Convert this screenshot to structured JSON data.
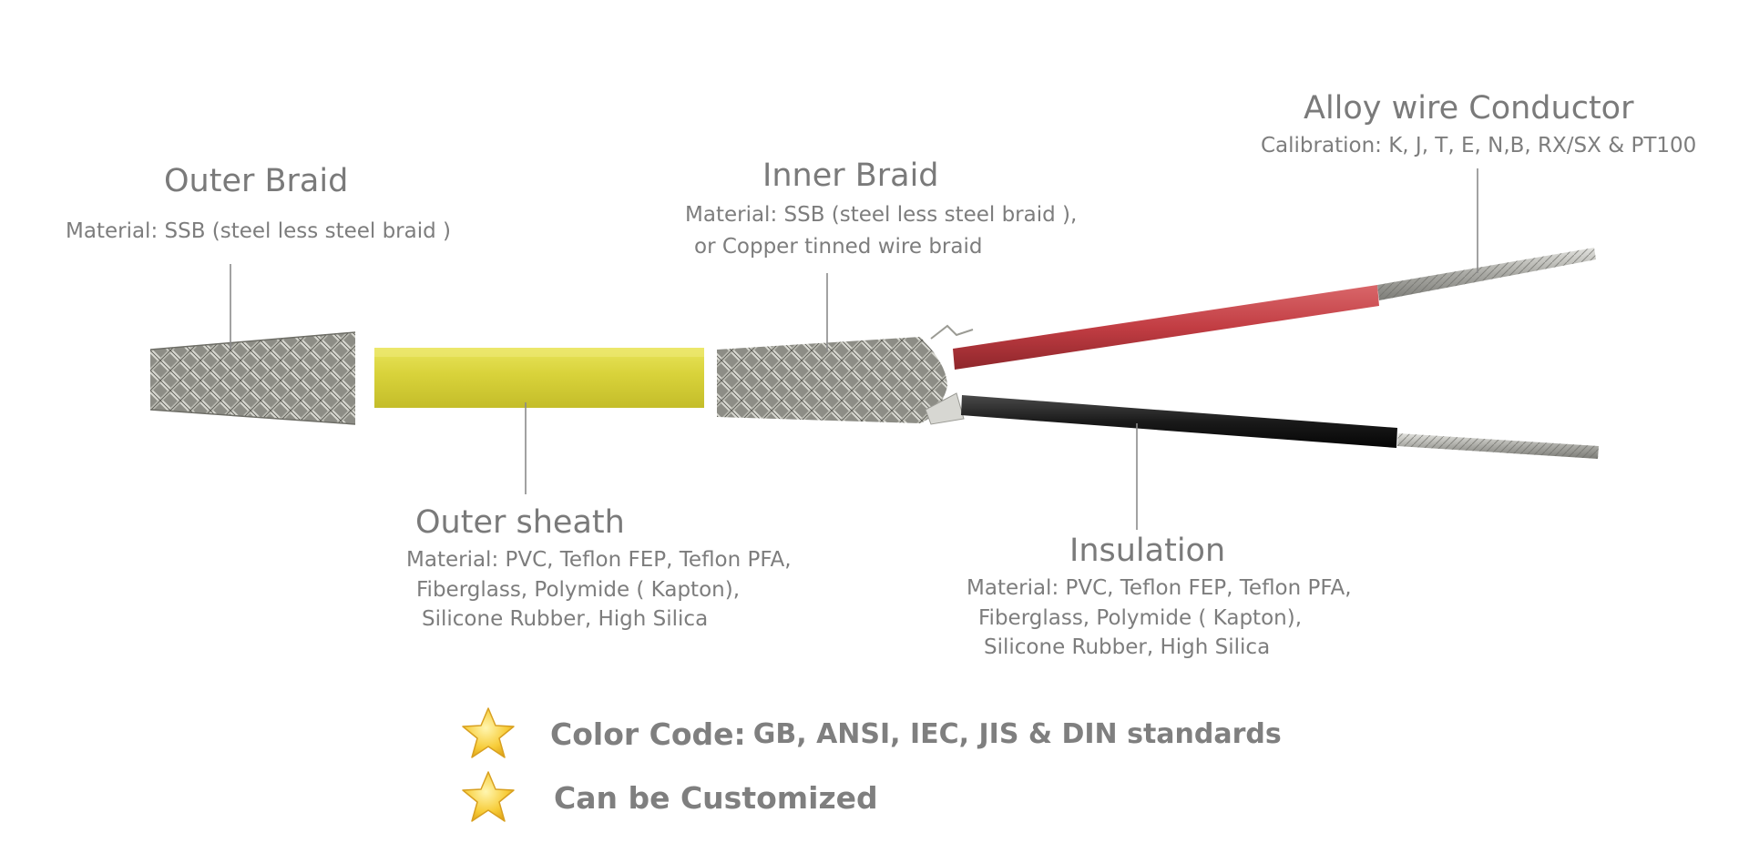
{
  "callouts": {
    "outer_braid": {
      "title": "Outer Braid",
      "lines": [
        "Material: SSB (steel less steel braid )"
      ]
    },
    "inner_braid": {
      "title": "Inner Braid",
      "lines": [
        "Material: SSB (steel less steel braid ),",
        "or Copper tinned wire braid"
      ]
    },
    "alloy_conductor": {
      "title": "Alloy wire Conductor",
      "lines": [
        "Calibration: K, J, T, E, N,B, RX/SX & PT100"
      ]
    },
    "outer_sheath": {
      "title": "Outer sheath",
      "lines": [
        "Material: PVC, Teflon FEP, Teflon PFA,",
        "Fiberglass, Polymide ( Kapton),",
        "Silicone Rubber, High Silica"
      ]
    },
    "insulation": {
      "title": "Insulation",
      "lines": [
        "Material: PVC, Teflon FEP, Teflon PFA,",
        "Fiberglass, Polymide ( Kapton),",
        "Silicone Rubber, High Silica"
      ]
    }
  },
  "features": [
    {
      "label": "Color Code:",
      "value": "GB, ANSI, IEC, JIS & DIN standards",
      "icon": "star-icon"
    },
    {
      "label": "Can be Customized",
      "value": "",
      "icon": "star-icon"
    }
  ],
  "colors": {
    "text": "#7b7b7b",
    "leader": "#8a8a8a",
    "braid": "#a3a39b",
    "braid_dark": "#5e5e58",
    "sheath": "#dcd63a",
    "red_insulation": "#c8454a",
    "black_insulation": "#1d1d1d",
    "conductor": "#bdbdb8",
    "star": "#f7cc38"
  }
}
